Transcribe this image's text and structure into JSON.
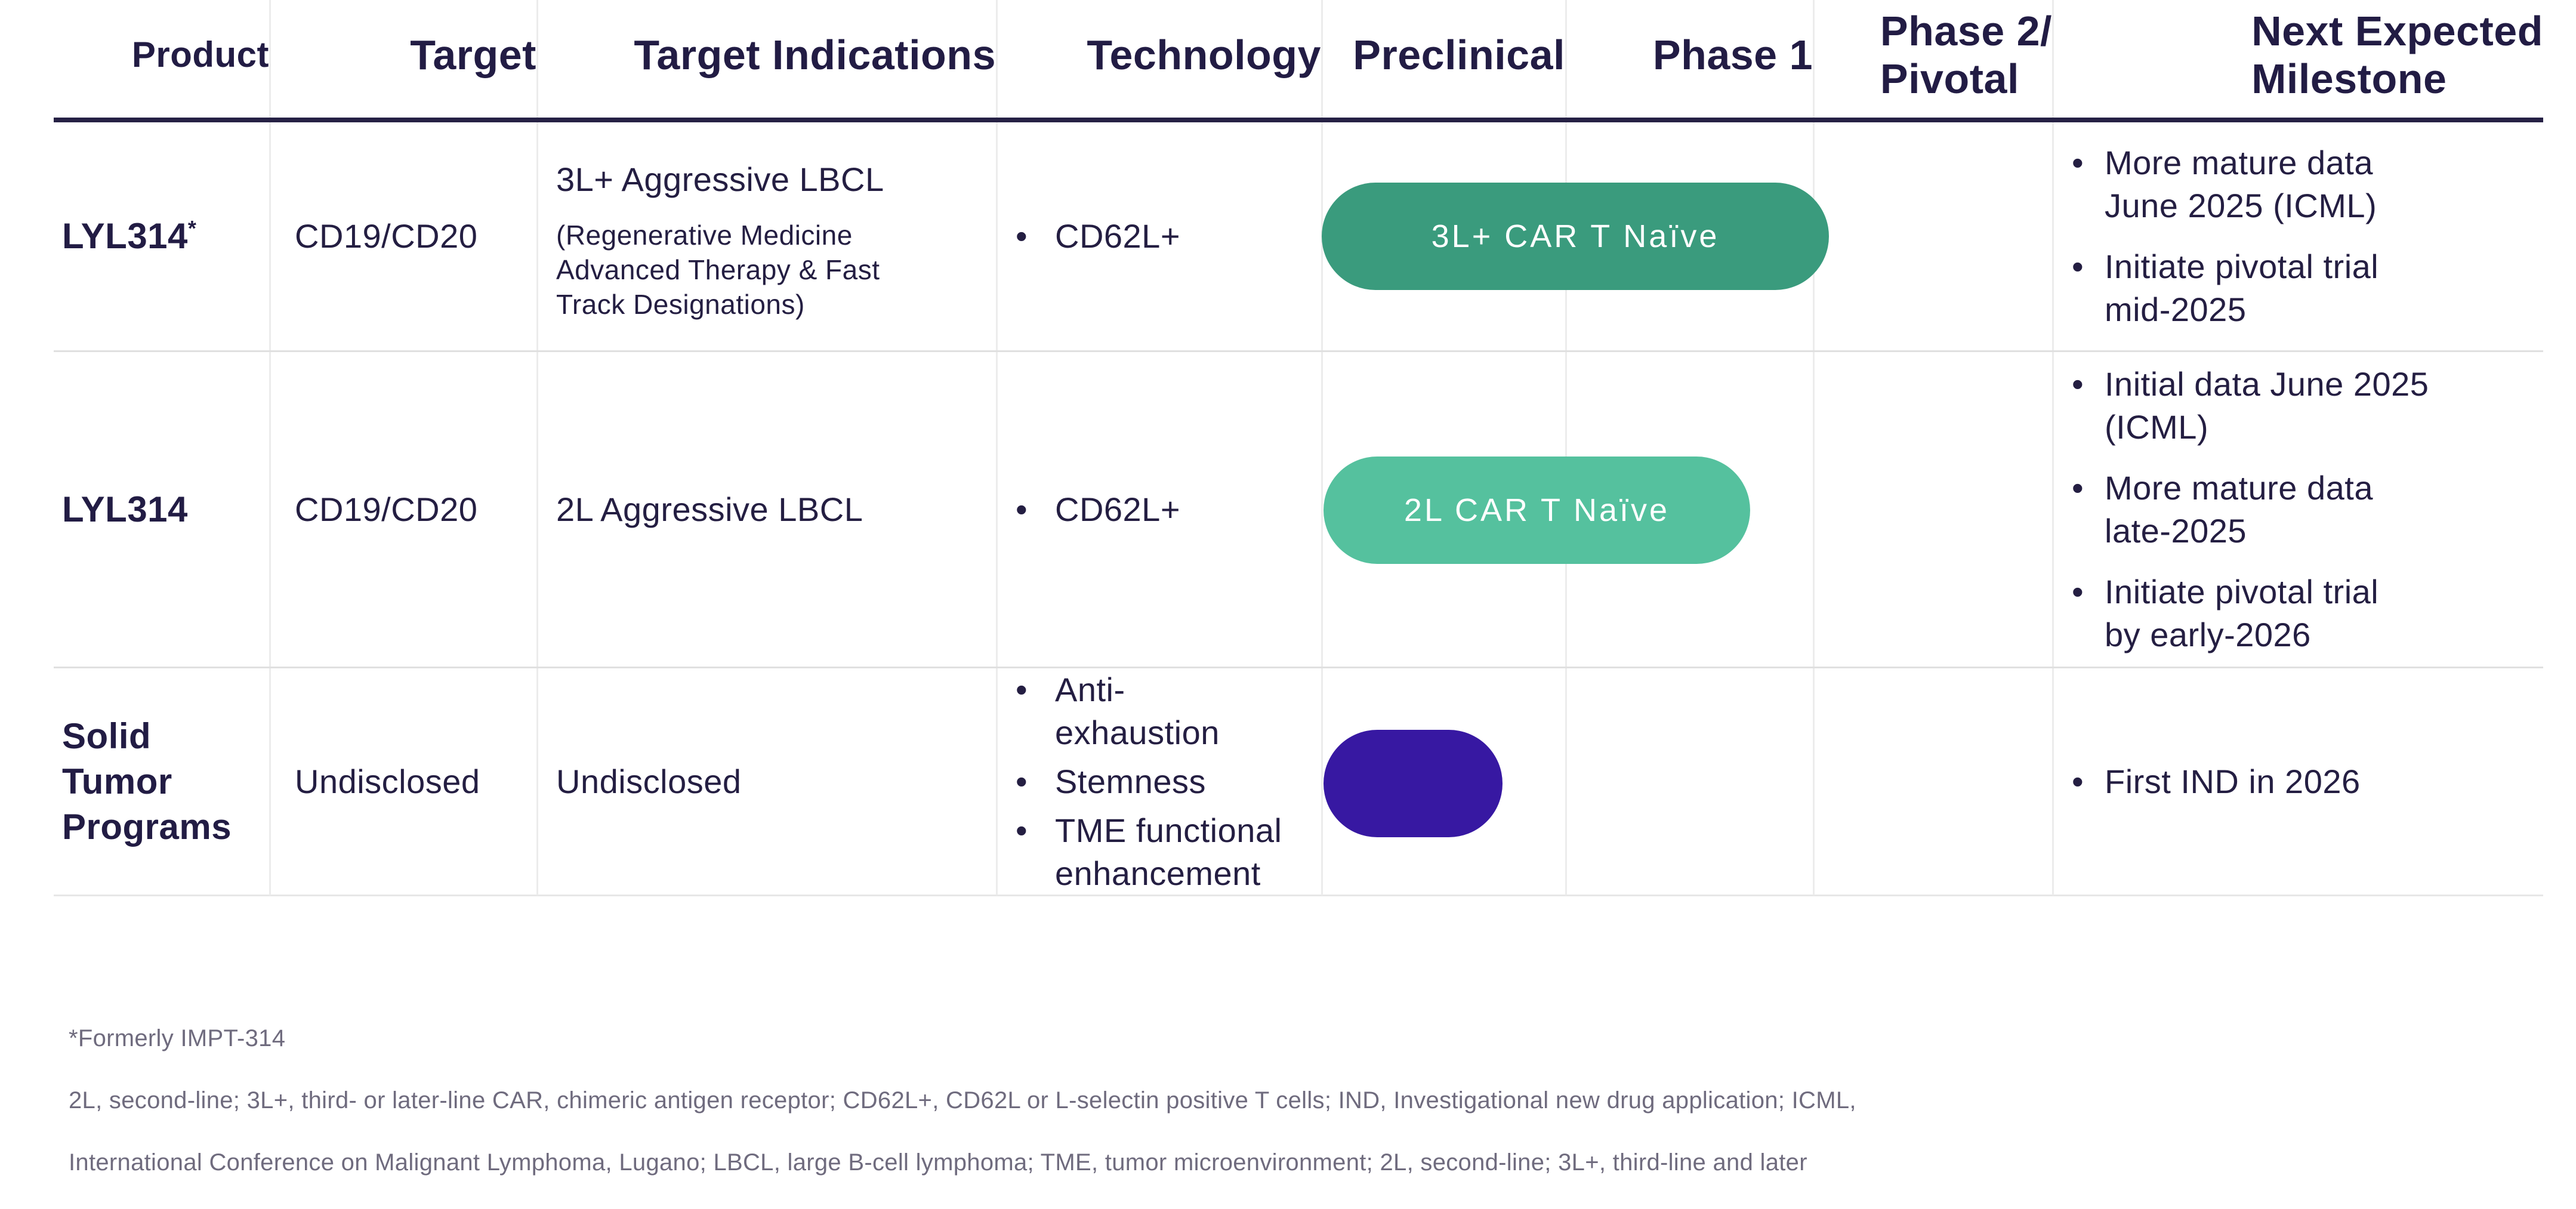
{
  "colors": {
    "text_navy": "#241E42",
    "header_navy": "#221C44",
    "header_rule": "#262145",
    "grid_line": "#ECECEC",
    "row_line": "#E0E0E0",
    "pill_teal_dark": "#3A9B7D",
    "pill_teal_light": "#55C19E",
    "pill_indigo": "#3718A2",
    "footnote_gray": "#6F6B7E",
    "pill_text": "#FFFFFF"
  },
  "header": {
    "columns": [
      "Product",
      "Target",
      "Target Indications",
      "Technology",
      "Preclinical",
      "Phase 1",
      "Phase 2/\nPivotal",
      "Next Expected\nMilestone"
    ]
  },
  "rows": [
    {
      "product": "LYL314",
      "product_sup": "*",
      "target": "CD19/CD20",
      "indication": "3L+ Aggressive LBCL",
      "indication_note": "(Regenerative Medicine\nAdvanced Therapy & Fast\nTrack Designations)",
      "technology": [
        "CD62L+"
      ],
      "pill": {
        "label": "3L+ CAR T Naïve",
        "color": "#3A9B7D"
      },
      "milestones": [
        "More mature data\nJune 2025 (ICML)",
        "Initiate pivotal trial\nmid-2025"
      ]
    },
    {
      "product": "LYL314",
      "target": "CD19/CD20",
      "indication": "2L Aggressive LBCL",
      "technology": [
        "CD62L+"
      ],
      "pill": {
        "label": "2L CAR T Naïve",
        "color": "#55C19E"
      },
      "milestones": [
        "Initial data June 2025\n(ICML)",
        "More mature data\nlate-2025",
        "Initiate pivotal trial\nby early-2026"
      ]
    },
    {
      "product": "Solid\nTumor\nPrograms",
      "target": "Undisclosed",
      "indication": "Undisclosed",
      "technology": [
        "Anti-\nexhaustion",
        "Stemness",
        "TME functional\nenhancement"
      ],
      "pill": {
        "label": "",
        "color": "#3718A2"
      },
      "milestones": [
        "First IND in 2026"
      ]
    }
  ],
  "footnotes": [
    "*Formerly IMPT-314",
    "2L, second-line; 3L+, third- or later-line CAR, chimeric antigen receptor; CD62L+, CD62L or L-selectin positive T cells; IND, Investigational new drug application;  ICML,",
    "International Conference on Malignant Lymphoma, Lugano; LBCL, large B-cell lymphoma; TME, tumor microenvironment; 2L, second-line; 3L+, third-line and later"
  ]
}
